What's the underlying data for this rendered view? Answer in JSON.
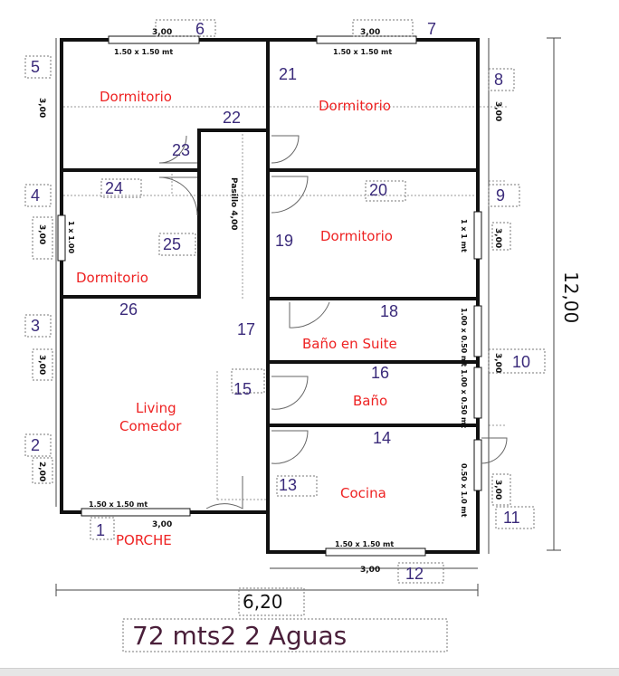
{
  "rooms": {
    "dorm_nw": "Dormitorio",
    "dorm_ne": "Dormitorio",
    "dorm_w": "Dormitorio",
    "dorm_e": "Dormitorio",
    "bano_suite": "Baño en Suite",
    "bano": "Baño",
    "living_1": "Living",
    "living_2": "Comedor",
    "cocina": "Cocina",
    "porche": "PORCHE"
  },
  "numbers": [
    "1",
    "2",
    "3",
    "4",
    "5",
    "6",
    "7",
    "8",
    "9",
    "10",
    "11",
    "12",
    "13",
    "14",
    "15",
    "16",
    "17",
    "18",
    "19",
    "20",
    "21",
    "22",
    "23",
    "24",
    "25",
    "26"
  ],
  "dimensions": {
    "top_left": "3,00",
    "top_right": "3,00",
    "bottom_right": "3,00",
    "porche": "3,00",
    "left_upper": "3,00",
    "left_mid": "3,00",
    "left_lower3": "3,00",
    "left_bottom": "2,00",
    "right_upper": "3,00",
    "right_mid": "3,00",
    "right_lower": "3,00",
    "right_bottom": "3,00",
    "pasillo": "Pasillo 4,00",
    "total_height": "12,00",
    "total_width": "6,20"
  },
  "windows": {
    "w_top_left": "1.50 x 1.50 mt",
    "w_top_right": "1.50 x 1.50 mt",
    "w_living": "1.50 x 1.50 mt",
    "w_cocina": "1.50 x 1.50 mt",
    "w_dorm_w": "1 x 1.00",
    "w_dorm_e": "1 x 1 mt",
    "w_suite": "1.00 x 0.50 mt",
    "w_bano": "1.00 x 0.50 mt",
    "w_cocina_e": "0.50 x 1.0 mt"
  },
  "footer": "72 mts2 2 Aguas"
}
